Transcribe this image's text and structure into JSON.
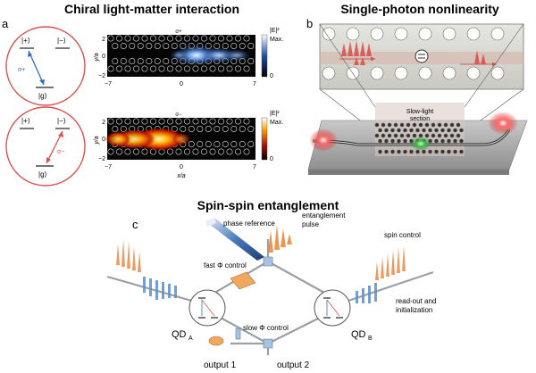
{
  "panel_a": {
    "title": "Chiral light-matter interaction",
    "letter": "a",
    "top": {
      "state_plus": "|+⟩",
      "state_minus": "|−⟩",
      "state_ground": "|g⟩",
      "sigma": "σ+",
      "map_label": "σ+",
      "cbar_title": "|E|²",
      "cbar_max": "Max.",
      "cbar_zero": "0",
      "y_label": "y/a",
      "y_ticks": [
        "2",
        "0",
        "−2"
      ],
      "x_ticks": [
        "−7",
        "0",
        "7"
      ]
    },
    "bottom": {
      "state_plus": "|+⟩",
      "state_minus": "|−⟩",
      "state_ground": "|g⟩",
      "sigma": "σ−",
      "map_label": "σ−",
      "cbar_title": "|E|²",
      "cbar_max": "Max.",
      "cbar_zero": "0",
      "y_label": "y/a",
      "y_ticks": [
        "2",
        "0",
        "−2"
      ],
      "x_ticks": [
        "−7",
        "0",
        "7"
      ],
      "x_label": "x/a"
    }
  },
  "panel_b": {
    "title": "Single-photon nonlinearity",
    "letter": "b",
    "section_label_line1": "Slow-light",
    "section_label_line2": "section"
  },
  "panel_c": {
    "title": "Spin-spin entanglement",
    "letter": "c",
    "phase_reference": "phase reference",
    "entanglement_line1": "entanglement",
    "entanglement_line2": "pulse",
    "fast_control": "fast Φ control",
    "slow_control": "slow Φ control",
    "spin_control": "spin control",
    "readout_line1": "read-out and",
    "readout_line2": "initialization",
    "qd_a": "QD",
    "qd_a_sub": "A",
    "qd_b": "QD",
    "qd_b_sub": "B",
    "output1": "output 1",
    "output2": "output 2"
  },
  "colors": {
    "ring": "#d9534f",
    "sigma_plus": "#2d6fbf",
    "sigma_minus": "#d9534f",
    "waveguide": "#9aa0a6",
    "laser_blue": "#2b5a93",
    "pulse_orange": "#e8833a",
    "pulse_blue": "#5b8fc9",
    "component": "#f0a860",
    "beamsplitter": "#a8c3e0"
  }
}
